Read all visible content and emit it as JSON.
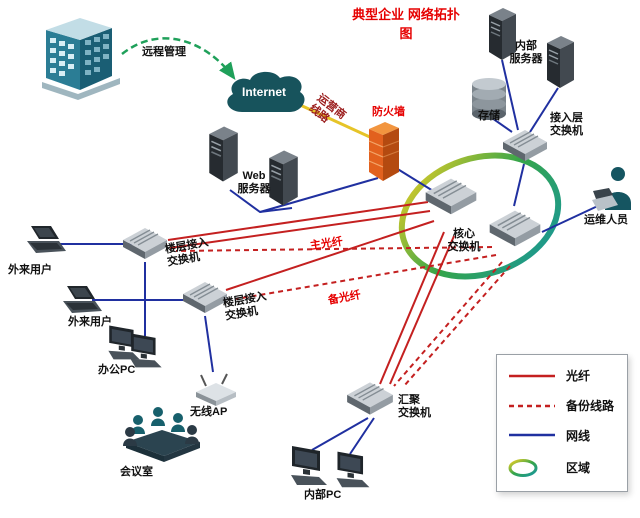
{
  "title": {
    "line1": "典型企业",
    "line2": "网络拓扑图"
  },
  "labels": {
    "remote_mgmt": "远程管理",
    "internet": "Internet",
    "carrier_line1": "运营商",
    "carrier_line2": "线路",
    "firewall": "防火墙",
    "internal_server1": "内部",
    "internal_server2": "服务器",
    "storage": "存储",
    "access_switch1": "接入层",
    "access_switch2": "交换机",
    "ops_person": "运维人员",
    "core_switch1": "核心",
    "core_switch2": "交换机",
    "web_server1": "Web",
    "web_server2": "服务器",
    "floor_switch_a1": "楼层接入",
    "floor_switch_a2": "交换机",
    "floor_switch_b1": "楼层接入",
    "floor_switch_b2": "交换机",
    "external_user_1": "外来用户",
    "external_user_2": "外来用户",
    "office_pc": "办公PC",
    "wireless_ap": "无线AP",
    "meeting_room": "会议室",
    "agg_switch1": "汇聚",
    "agg_switch2": "交换机",
    "internal_pc": "内部PC",
    "main_fiber": "主光纤",
    "backup_fiber": "备光纤"
  },
  "legend": {
    "items": [
      {
        "label": "光纤",
        "style": "solid-red"
      },
      {
        "label": "备份线路",
        "style": "dashed-red"
      },
      {
        "label": "网线",
        "style": "solid-blue"
      },
      {
        "label": "区域",
        "style": "color-ring"
      }
    ]
  },
  "colors": {
    "fiber": "#c42020",
    "backup": "#c42020",
    "cable": "#2030a0",
    "carrier": "#e6c428",
    "remote_link": "#1fa05a",
    "title_red": "#e60000",
    "ring_yellow": "#f2d024",
    "ring_green": "#35a54a",
    "ring_teal": "#1796a0"
  }
}
